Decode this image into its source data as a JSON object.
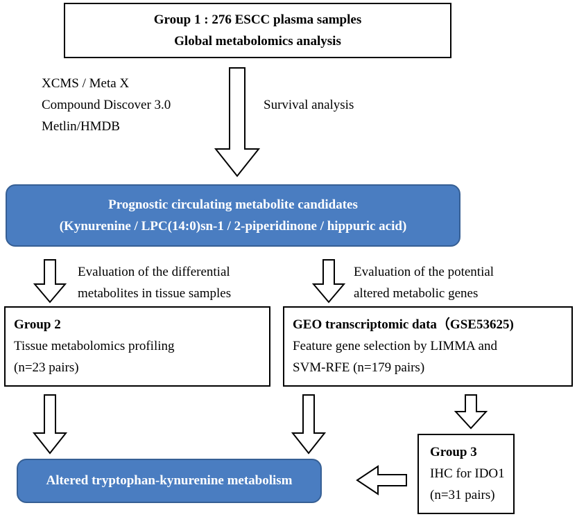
{
  "group1": {
    "line1": "Group 1 : 276  ESCC  plasma samples",
    "line2": "Global metabolomics analysis"
  },
  "tools": {
    "line1": "XCMS / Meta X",
    "line2": "Compound Discover  3.0",
    "line3": "Metlin/HMDB"
  },
  "survival": "Survival analysis",
  "candidates": {
    "line1": "Prognostic  circulating  metabolite  candidates",
    "line2": "(Kynurenine  / LPC(14:0)sn-1  / 2-piperidinone  / hippuric acid)"
  },
  "eval_left": {
    "line1": "Evaluation of the differential",
    "line2": "metabolites in tissue samples"
  },
  "eval_right": {
    "line1": "Evaluation of the potential",
    "line2": "altered metabolic genes"
  },
  "group2": {
    "title": "Group 2",
    "line1": "Tissue metabolomics profiling",
    "line2": "(n=23 pairs)"
  },
  "geo": {
    "title": "GEO transcriptomic data（GSE53625)",
    "line1": "Feature gene selection by LIMMA and",
    "line2": "SVM-RFE (n=179 pairs)"
  },
  "group3": {
    "title": "Group 3",
    "line1": "IHC for IDO1",
    "line2": "(n=31 pairs)"
  },
  "altered": "Altered tryptophan-kynurenine metabolism"
}
